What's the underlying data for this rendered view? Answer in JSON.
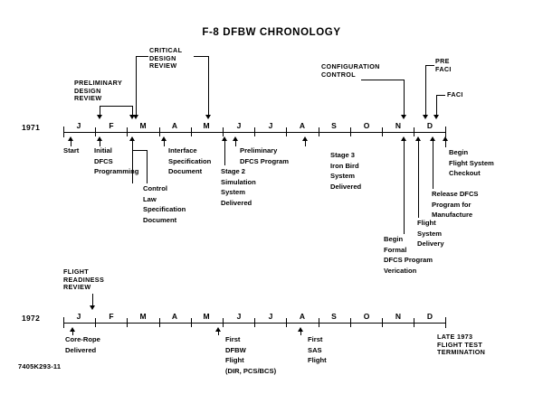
{
  "figure": {
    "title": "F-8 DFBW CHRONOLOGY",
    "number": "7405K293-11"
  },
  "chart_data": {
    "type": "timeline",
    "title": "F-8 DFBW CHRONOLOGY",
    "xlabel": "",
    "ylabel": "",
    "grid": false,
    "legend_position": "none",
    "axes": [
      {
        "year": "1971",
        "categories": [
          "J",
          "F",
          "M",
          "A",
          "M",
          "J",
          "J",
          "A",
          "S",
          "O",
          "N",
          "D"
        ]
      },
      {
        "year": "1972",
        "categories": [
          "J",
          "F",
          "M",
          "A",
          "M",
          "J",
          "J",
          "A",
          "S",
          "O",
          "N",
          "D"
        ]
      }
    ],
    "events_1971": [
      {
        "label": "Start",
        "month": "J"
      },
      {
        "label": "Initial DFCS Programming",
        "month": "F"
      },
      {
        "label": "Control Law Specification Document",
        "month": "M"
      },
      {
        "label": "Interface Specification Document",
        "month": "A"
      },
      {
        "label": "Stage 2 Simulation System Delivered",
        "month": "J"
      },
      {
        "label": "Preliminary DFCS Program",
        "month": "J"
      },
      {
        "label": "Stage 3 Iron Bird System Delivered",
        "month": "S"
      },
      {
        "label": "Begin Formal DFCS Program Verication",
        "month": "N"
      },
      {
        "label": "Flight System Delivery",
        "month": "D"
      },
      {
        "label": "Release DFCS Program for Manufacture",
        "month": "D"
      },
      {
        "label": "Begin Flight System Checkout",
        "month": "D"
      }
    ],
    "callouts_1971": [
      "PRELIMINARY DESIGN REVIEW",
      "CRITICAL DESIGN REVIEW",
      "CONFIGURATION CONTROL",
      "PRE FACI",
      "FACI"
    ],
    "events_1972": [
      {
        "label": "Core-Rope Delivered",
        "month": "J"
      },
      {
        "label": "First DFBW Flight (DIR, PCS/BCS)",
        "month": "M"
      },
      {
        "label": "First SAS Flight",
        "month": "A"
      }
    ],
    "callouts_1972": [
      "FLIGHT READINESS REVIEW",
      "LATE 1973 FLIGHT TEST TERMINATION"
    ]
  },
  "timeline_1971": {
    "year_label": "1971",
    "months": [
      "J",
      "F",
      "M",
      "A",
      "M",
      "J",
      "J",
      "A",
      "S",
      "O",
      "N",
      "D"
    ],
    "callouts": {
      "preliminary_design_review": {
        "line1": "PRELIMINARY",
        "line2": "DESIGN",
        "line3": "REVIEW"
      },
      "critical_design_review": {
        "line1": "CRITICAL",
        "line2": "DESIGN",
        "line3": "REVIEW"
      },
      "configuration_control": {
        "line1": "CONFIGURATION",
        "line2": "CONTROL"
      },
      "pre_faci": {
        "line1": "PRE",
        "line2": "FACI"
      },
      "faci": {
        "line1": "FACI"
      }
    },
    "events": {
      "start": {
        "line1": "Start"
      },
      "initial_dfcs_programming": {
        "line1": "Initial",
        "line2": "DFCS",
        "line3": "Programming"
      },
      "control_law_spec": {
        "line1": "Control",
        "line2": "Law",
        "line3": "Specification",
        "line4": "Document"
      },
      "interface_spec": {
        "line1": "Interface",
        "line2": "Specification",
        "line3": "Document"
      },
      "stage2_simulation": {
        "line1": "Stage 2",
        "line2": "Simulation",
        "line3": "System",
        "line4": "Delivered"
      },
      "preliminary_dfcs_program": {
        "line1": "Preliminary",
        "line2": "DFCS Program"
      },
      "stage3_iron_bird": {
        "line1": "Stage 3",
        "line2": "Iron Bird",
        "line3": "System",
        "line4": "Delivered"
      },
      "begin_formal_verication": {
        "line1": "Begin",
        "line2": "Formal",
        "line3": "DFCS Program",
        "line4": "Verication"
      },
      "flight_system_delivery": {
        "line1": "Flight",
        "line2": "System",
        "line3": "Delivery"
      },
      "release_dfcs_program": {
        "line1": "Release  DFCS",
        "line2": "Program for",
        "line3": "Manufacture"
      },
      "begin_flight_checkout": {
        "line1": "Begin",
        "line2": "Flight System",
        "line3": "Checkout"
      }
    }
  },
  "timeline_1972": {
    "year_label": "1972",
    "months": [
      "J",
      "F",
      "M",
      "A",
      "M",
      "J",
      "J",
      "A",
      "S",
      "O",
      "N",
      "D"
    ],
    "callouts": {
      "flight_readiness_review": {
        "line1": "FLIGHT",
        "line2": "READINESS",
        "line3": "REVIEW"
      },
      "termination": {
        "line1": "LATE 1973",
        "line2": "FLIGHT TEST",
        "line3": "TERMINATION"
      }
    },
    "events": {
      "core_rope": {
        "line1": "Core-Rope",
        "line2": "Delivered"
      },
      "first_dfbw_flight": {
        "line1": "First",
        "line2": "DFBW",
        "line3": "Flight",
        "line4": "(DIR, PCS/BCS)"
      },
      "first_sas_flight": {
        "line1": "First",
        "line2": "SAS",
        "line3": "Flight"
      }
    }
  }
}
